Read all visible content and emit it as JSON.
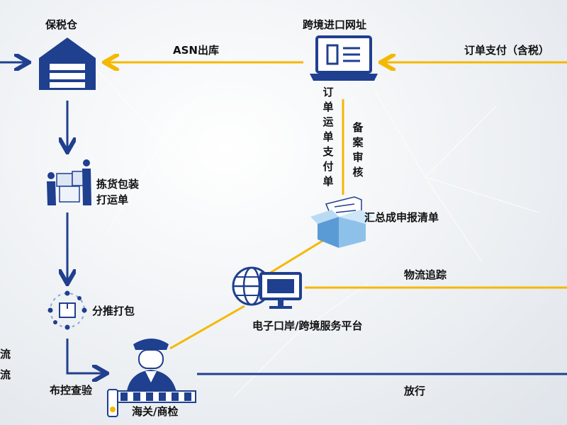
{
  "nodes": {
    "bonded_warehouse": "保税仓",
    "cross_border_site": "跨境进口网址",
    "picking_packing": [
      "拣货包装",
      "打运单"
    ],
    "sort_pack": "分推打包",
    "inspection": "布控查验",
    "customs": "海关/商检",
    "e_port": "电子口岸/跨境服务平台",
    "declaration": "汇总成申报清单"
  },
  "edges": {
    "asn_out": "ASN出库",
    "order_payment": "订单支付（含税）",
    "order_docs": "订单运单支付单",
    "filing_review": "备案审核",
    "logistics_tracking": "物流追踪",
    "release": "放行",
    "left_cut": [
      "流",
      "流"
    ]
  },
  "colors": {
    "blue": "#1f3f8f",
    "yellow": "#f5b800"
  }
}
